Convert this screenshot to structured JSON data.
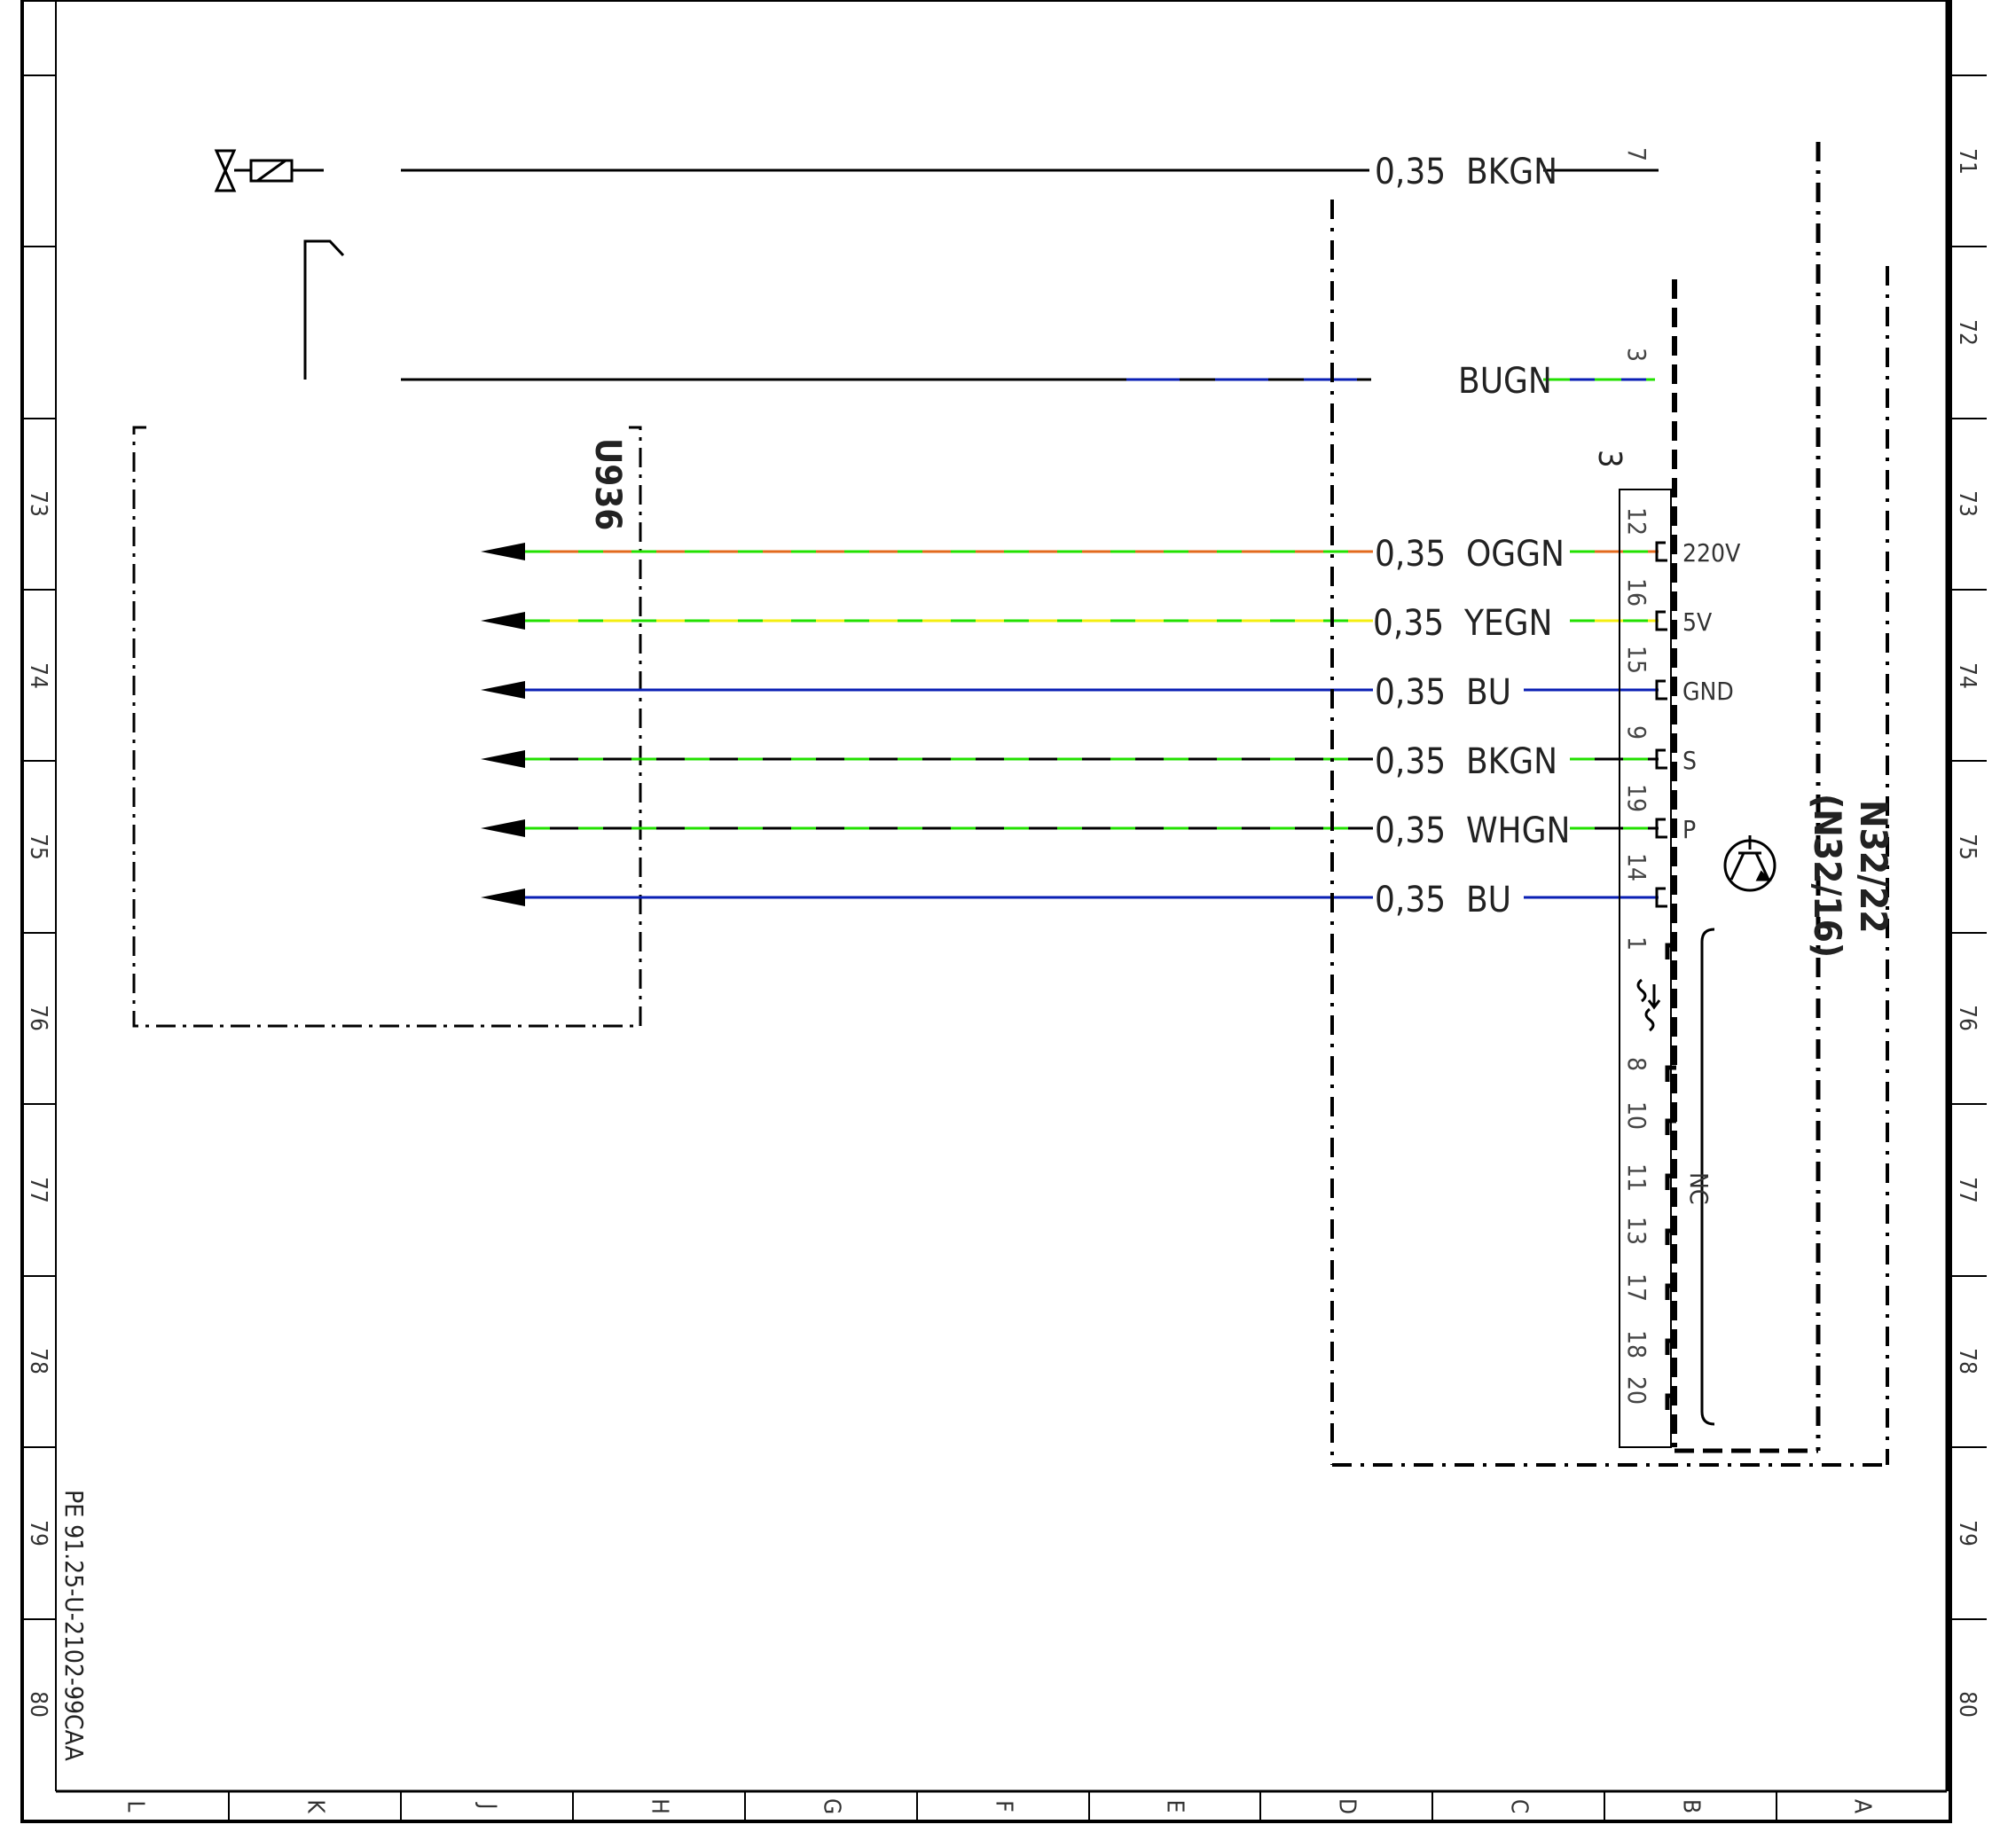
{
  "colors": {
    "BK": "#000000",
    "GN": "#22e000",
    "BU": "#0a1fb4",
    "OG": "#e26a1d",
    "YE": "#f4ee10",
    "WH": "#ffffff"
  },
  "top_wires": [
    {
      "label": "0,35  BKGN",
      "pin": "7",
      "colors": [
        "BK",
        "GN"
      ]
    },
    {
      "label": "BUGN",
      "pin": "3",
      "colors": [
        "BU",
        "GN"
      ]
    }
  ],
  "connector_number": "3",
  "wires": [
    {
      "label": "0,35  OGGN",
      "pin": "12",
      "signal": "220V",
      "colors": [
        "OG",
        "GN"
      ]
    },
    {
      "label": "0,35  YEGN",
      "pin": "16",
      "signal": "5V",
      "colors": [
        "YE",
        "GN"
      ]
    },
    {
      "label": "0,35  BU",
      "pin": "15",
      "signal": "GND",
      "colors": [
        "BU"
      ]
    },
    {
      "label": "0,35  BKGN",
      "pin": "9",
      "signal": "S",
      "colors": [
        "BK",
        "GN"
      ]
    },
    {
      "label": "0,35  WHGN",
      "pin": "19",
      "signal": "P",
      "colors": [
        "BK",
        "GN"
      ]
    },
    {
      "label": "0,35  BU",
      "pin": "14",
      "signal": "",
      "colors": [
        "BU"
      ]
    }
  ],
  "unused_pins": [
    "1",
    "8",
    "10",
    "11",
    "13",
    "17",
    "18",
    "20"
  ],
  "nc_label": "NC",
  "module_left": "U936",
  "module_right": "N32/22",
  "module_right_alt": "(N32/16)",
  "doc_code": "PE 91.25-U-2102-99CAA",
  "row_numbers": [
    "71",
    "72",
    "73",
    "74",
    "75",
    "76",
    "77",
    "78",
    "79",
    "80"
  ],
  "col_letters": [
    "L",
    "K",
    "J",
    "H",
    "G",
    "F",
    "E",
    "D",
    "C",
    "B",
    "A"
  ]
}
